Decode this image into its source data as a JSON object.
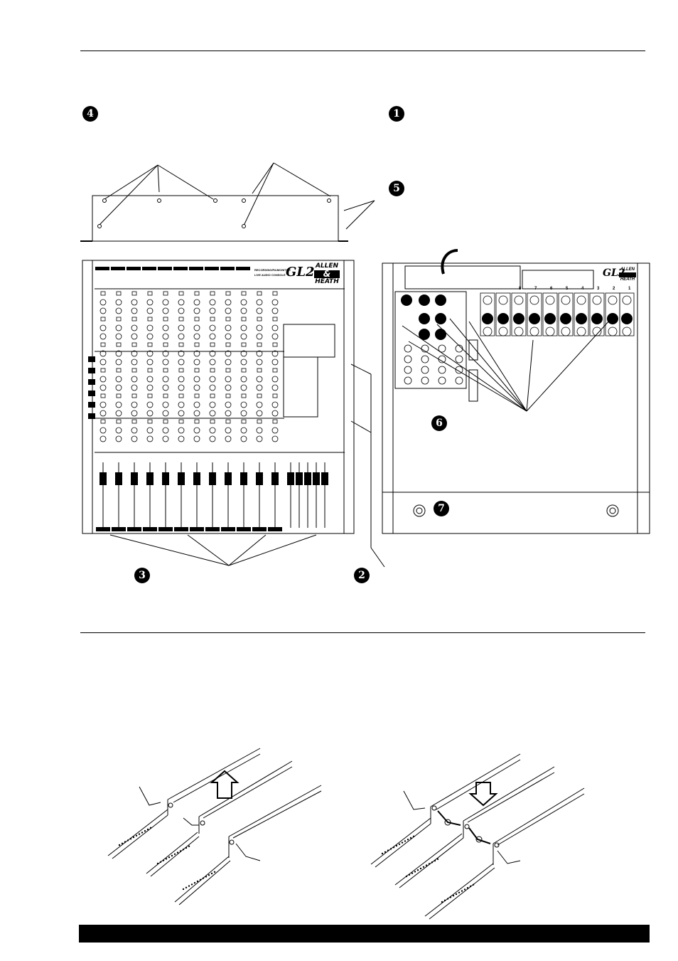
{
  "callouts": {
    "c1": "1",
    "c2": "2",
    "c3": "3",
    "c4": "4",
    "c5": "5",
    "c6": "6",
    "c7": "7"
  },
  "front_panel": {
    "model": "GL2",
    "brand_line1": "ALLEN",
    "brand_line2": "&",
    "brand_line3": "HEATH",
    "subtitle_line1": "RECORDING/PA/MONITOR",
    "subtitle_line2": "LIVE AUDIO CONSOLE"
  },
  "rear_panel": {
    "model": "GL2",
    "brand_line1": "ALLEN",
    "brand_line3": "HEATH",
    "channel_numbers": [
      "8",
      "7",
      "6",
      "5",
      "4",
      "3",
      "2",
      "1"
    ]
  },
  "colors": {
    "ink": "#000000",
    "paper": "#ffffff"
  }
}
